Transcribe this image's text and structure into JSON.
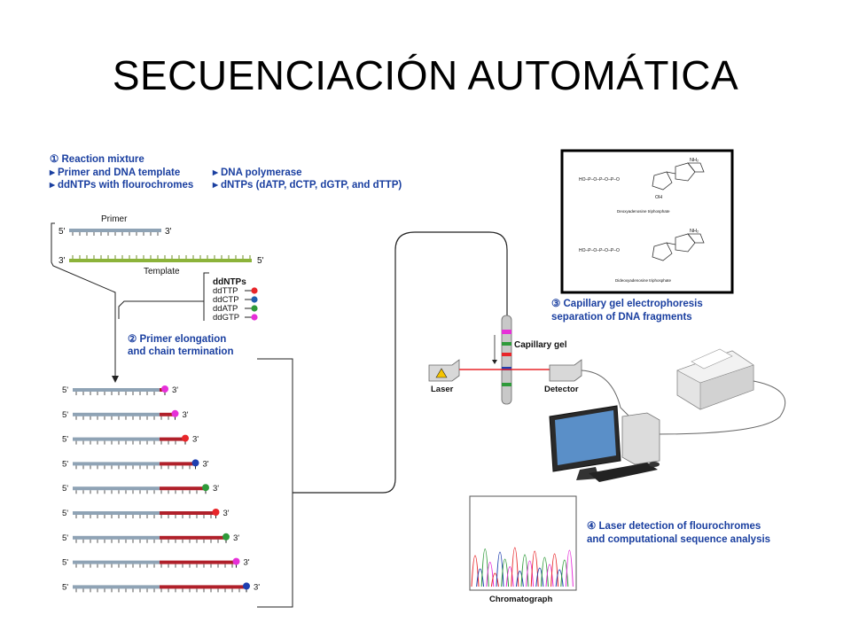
{
  "slide": {
    "title": "SECUENCIACIÓN AUTOMÁTICA"
  },
  "steps": {
    "step1": {
      "heading": "① Reaction mixture",
      "items": [
        "▸ Primer and DNA template",
        "▸ DNA polymerase",
        "▸ ddNTPs with flourochromes",
        "▸ dNTPs (dATP, dCTP, dGTP, and dTTP)"
      ]
    },
    "step2": {
      "line1": "② Primer elongation",
      "line2": "and chain termination"
    },
    "step3": {
      "line1": "③ Capillary gel electrophoresis",
      "line2": "separation of DNA fragments"
    },
    "step4": {
      "line1": "④ Laser detection of flourochromes",
      "line2": "and computational sequence analysis"
    }
  },
  "strands": {
    "primer_label": "Primer",
    "template_label": "Template",
    "five_prime": "5'",
    "three_prime": "3'"
  },
  "ddntps": {
    "title": "ddNTPs",
    "items": [
      {
        "name": "ddTTP",
        "color": "#e8262a"
      },
      {
        "name": "ddCTP",
        "color": "#1f5fae"
      },
      {
        "name": "ddATP",
        "color": "#2e9a3a"
      },
      {
        "name": "ddGTP",
        "color": "#e62fd8"
      }
    ]
  },
  "fragments": [
    {
      "color": "#e62fd8"
    },
    {
      "color": "#e62fd8"
    },
    {
      "color": "#e8262a"
    },
    {
      "color": "#1f3fb0"
    },
    {
      "color": "#2e9a3a"
    },
    {
      "color": "#e8262a"
    },
    {
      "color": "#2e9a3a"
    },
    {
      "color": "#e62fd8"
    },
    {
      "color": "#1f3fb0"
    }
  ],
  "apparatus": {
    "capillary_label": "Capillary gel",
    "laser_label": "Laser",
    "detector_label": "Detector",
    "chromatograph_label": "Chromatograph"
  },
  "molecules": {
    "top_caption": "Deoxyadenosine triphosphate",
    "bottom_caption": "Dideoxyadenosine triphosphate",
    "nh2": "NH₂",
    "oh": "OH",
    "phosphates": "HO–P–O–P–O–P–O"
  },
  "colors": {
    "step_text": "#1a3fa0",
    "strand_primer": "#8fa3b5",
    "strand_template": "#8cb33a",
    "strand_new": "#b0202a"
  }
}
